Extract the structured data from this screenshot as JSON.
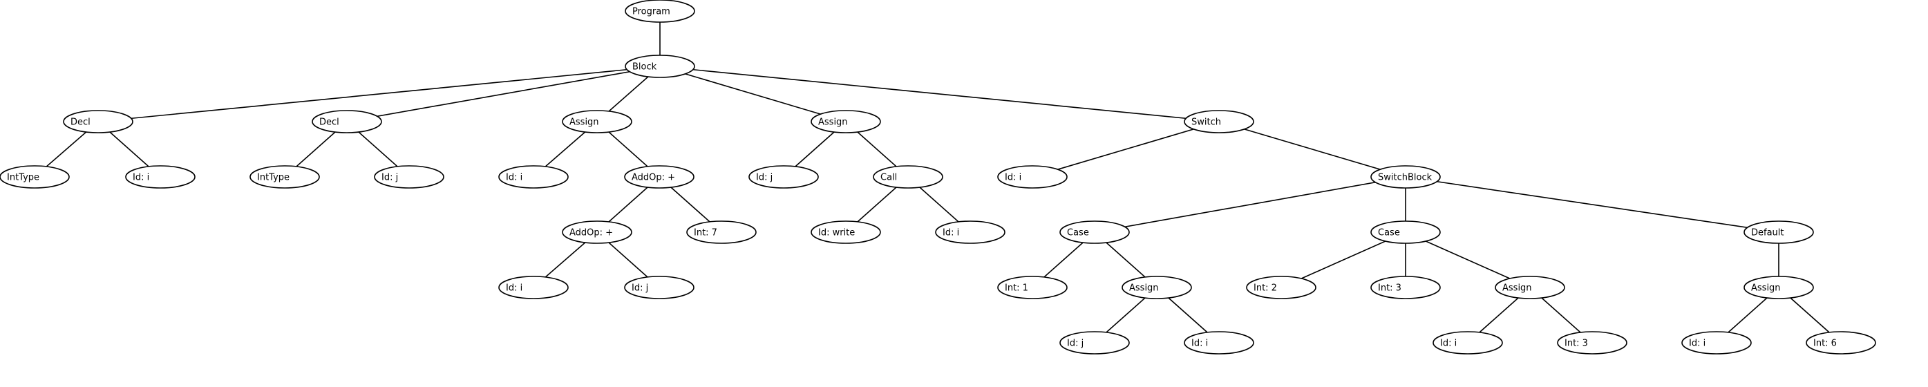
{
  "nodes": [
    {
      "id": "n0",
      "label": "Program"
    },
    {
      "id": "n1",
      "label": "Block",
      "parent": "n0"
    },
    {
      "id": "n2",
      "label": "Decl",
      "parent": "n1"
    },
    {
      "id": "n3",
      "label": "IntType",
      "parent": "n2"
    },
    {
      "id": "n4",
      "label": "Id: i",
      "parent": "n2"
    },
    {
      "id": "n5",
      "label": "Decl",
      "parent": "n1"
    },
    {
      "id": "n6",
      "label": "IntType",
      "parent": "n5"
    },
    {
      "id": "n7",
      "label": "Id: j",
      "parent": "n5"
    },
    {
      "id": "n8",
      "label": "Assign",
      "parent": "n1"
    },
    {
      "id": "n9",
      "label": "Id: i",
      "parent": "n8"
    },
    {
      "id": "n10",
      "label": "AddOp: +",
      "parent": "n8"
    },
    {
      "id": "n11",
      "label": "AddOp: +",
      "parent": "n10"
    },
    {
      "id": "n12",
      "label": "Id: i",
      "parent": "n11"
    },
    {
      "id": "n13",
      "label": "Id: j",
      "parent": "n11"
    },
    {
      "id": "n14",
      "label": "Int: 7",
      "parent": "n10"
    },
    {
      "id": "n15",
      "label": "Assign",
      "parent": "n1"
    },
    {
      "id": "n16",
      "label": "Id: j",
      "parent": "n15"
    },
    {
      "id": "n17",
      "label": "Call",
      "parent": "n15"
    },
    {
      "id": "n18",
      "label": "Id: write",
      "parent": "n17"
    },
    {
      "id": "n19",
      "label": "Id: i",
      "parent": "n17"
    },
    {
      "id": "n20",
      "label": "Switch",
      "parent": "n1"
    },
    {
      "id": "n21",
      "label": "Id: i",
      "parent": "n20"
    },
    {
      "id": "n22",
      "label": "SwitchBlock",
      "parent": "n20"
    },
    {
      "id": "n23",
      "label": "Case",
      "parent": "n22"
    },
    {
      "id": "n24",
      "label": "Int: 1",
      "parent": "n23"
    },
    {
      "id": "n25",
      "label": "Assign",
      "parent": "n23"
    },
    {
      "id": "n26",
      "label": "Id: j",
      "parent": "n25"
    },
    {
      "id": "n27",
      "label": "Id: i",
      "parent": "n25"
    },
    {
      "id": "n28",
      "label": "Case",
      "parent": "n22"
    },
    {
      "id": "n29",
      "label": "Int: 2",
      "parent": "n28"
    },
    {
      "id": "n30",
      "label": "Int: 3",
      "parent": "n28"
    },
    {
      "id": "n31",
      "label": "Assign",
      "parent": "n28"
    },
    {
      "id": "n32",
      "label": "Id: i",
      "parent": "n31"
    },
    {
      "id": "n33",
      "label": "Int: 3",
      "parent": "n31"
    },
    {
      "id": "n34",
      "label": "Default",
      "parent": "n22"
    },
    {
      "id": "n35",
      "label": "Assign",
      "parent": "n34"
    },
    {
      "id": "n36",
      "label": "Id: i",
      "parent": "n35"
    },
    {
      "id": "n37",
      "label": "Int: 6",
      "parent": "n35"
    }
  ]
}
